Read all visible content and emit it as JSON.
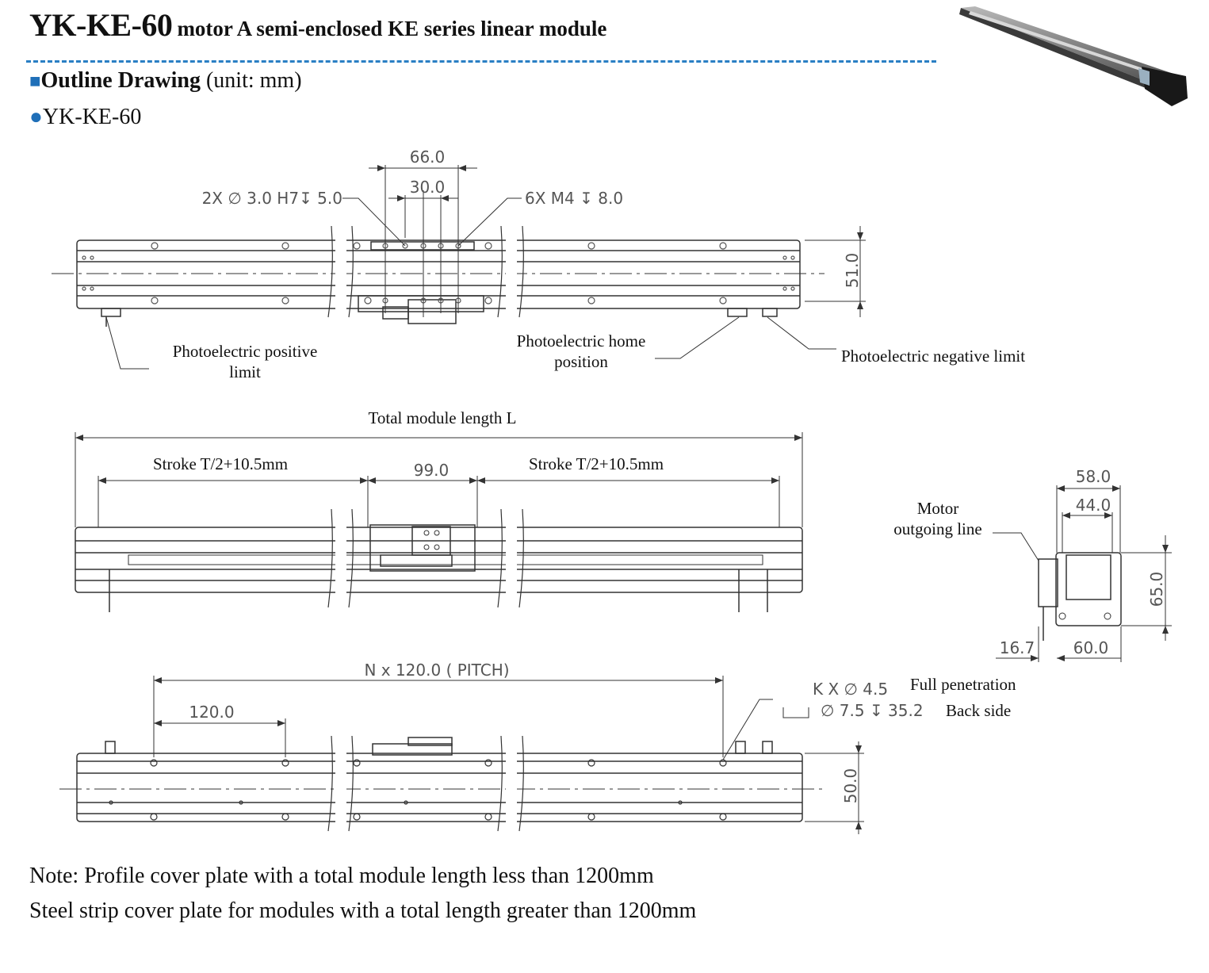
{
  "header": {
    "model": "YK-KE-60",
    "subtitle": "motor A semi-enclosed KE series linear module",
    "section_marker": "■",
    "section_title": "Outline Drawing",
    "section_unit": "(unit: mm)",
    "model_marker": "●",
    "model_label": "YK-KE-60"
  },
  "top_view": {
    "dim_66": "66.0",
    "dim_30": "30.0",
    "pin_holes": "2X ∅ 3.0 H7↧ 5.0",
    "tapped_holes": "6X  M4 ↧ 8.0",
    "dim_51": "51.0",
    "positive_limit": [
      "Photoelectric positive",
      "limit"
    ],
    "home_position": [
      "Photoelectric home",
      "position"
    ],
    "negative_limit": "Photoelectric negative limit"
  },
  "side_view": {
    "total_length": "Total module length L",
    "stroke_left": "Stroke T/2+10.5mm",
    "stroke_right": "Stroke T/2+10.5mm",
    "dim_99": "99.0"
  },
  "end_view": {
    "motor_line": [
      "Motor",
      "outgoing line"
    ],
    "dim_58": "58.0",
    "dim_44": "44.0",
    "dim_65": "65.0",
    "dim_16_7": "16.7",
    "dim_60": "60.0"
  },
  "bottom_view": {
    "pitch": "N x 120.0 ( PITCH)",
    "dim_120": "120.0",
    "dim_50": "50.0",
    "holes_1": "K X  ∅ 4.5",
    "holes_1_note": "Full penetration",
    "holes_2": "∅ 7.5 ↧ 35.2",
    "holes_2_note": "Back side"
  },
  "notes": [
    "Note: Profile cover plate with a total module length less than 1200mm",
    "Steel strip cover plate for modules with a total length greater than 1200mm"
  ]
}
